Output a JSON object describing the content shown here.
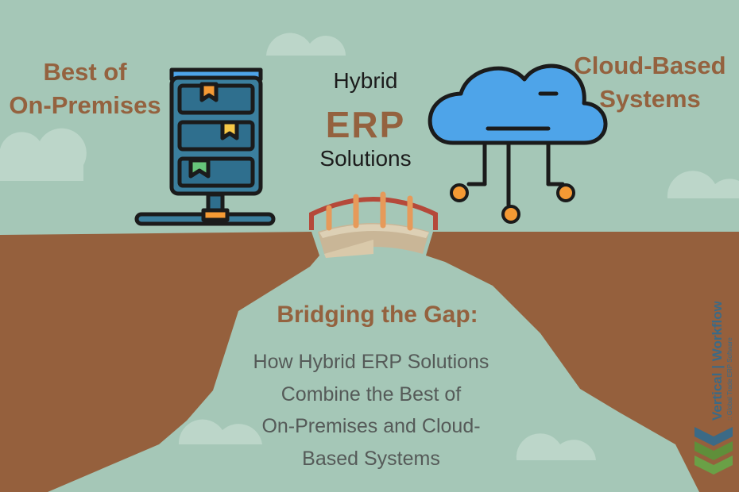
{
  "left_panel": {
    "line1": "Best of",
    "line2": "On-Premises",
    "server_icon": "server-rack-icon"
  },
  "center_panel": {
    "hybrid": "Hybrid",
    "erp": "ERP",
    "solutions": "Solutions",
    "bridge_icon": "bridge-icon"
  },
  "right_panel": {
    "line1": "Cloud-Based",
    "line2": "Systems",
    "cloud_icon": "cloud-network-icon"
  },
  "bottom_panel": {
    "heading": "Bridging the Gap:",
    "lines": [
      "How Hybrid ERP Solutions",
      "Combine the Best of",
      "On-Premises and Cloud-",
      "Based Systems"
    ]
  },
  "brand": {
    "name_part1": "Vertical",
    "name_part2": "Workflow",
    "tagline": ":: Global Trade ERP Software"
  },
  "colors": {
    "sky": "#a5c7b7",
    "ground": "#95603d",
    "text_brown": "#94623f",
    "cloud_blue": "#4ea4e9",
    "server_blue": "#3b7f9e",
    "orange": "#f59a34"
  }
}
